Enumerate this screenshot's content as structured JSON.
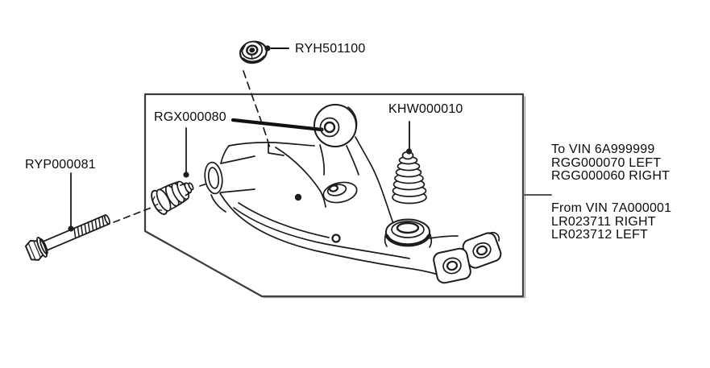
{
  "part_labels": {
    "nut": "RYH501100",
    "bushing": "RGX000080",
    "boot": "KHW000010",
    "bolt": "RYP000081"
  },
  "vin_notes": {
    "to": [
      "To VIN 6A999999",
      "RGG000070 LEFT",
      "RGG000060 RIGHT"
    ],
    "from": [
      "From VIN 7A000001",
      "LR023711 RIGHT",
      "LR023712 LEFT"
    ]
  },
  "colors": {
    "line": "#1c1c1c",
    "frame": "#3c3c3c",
    "leader": "#111111",
    "background": "#ffffff"
  }
}
